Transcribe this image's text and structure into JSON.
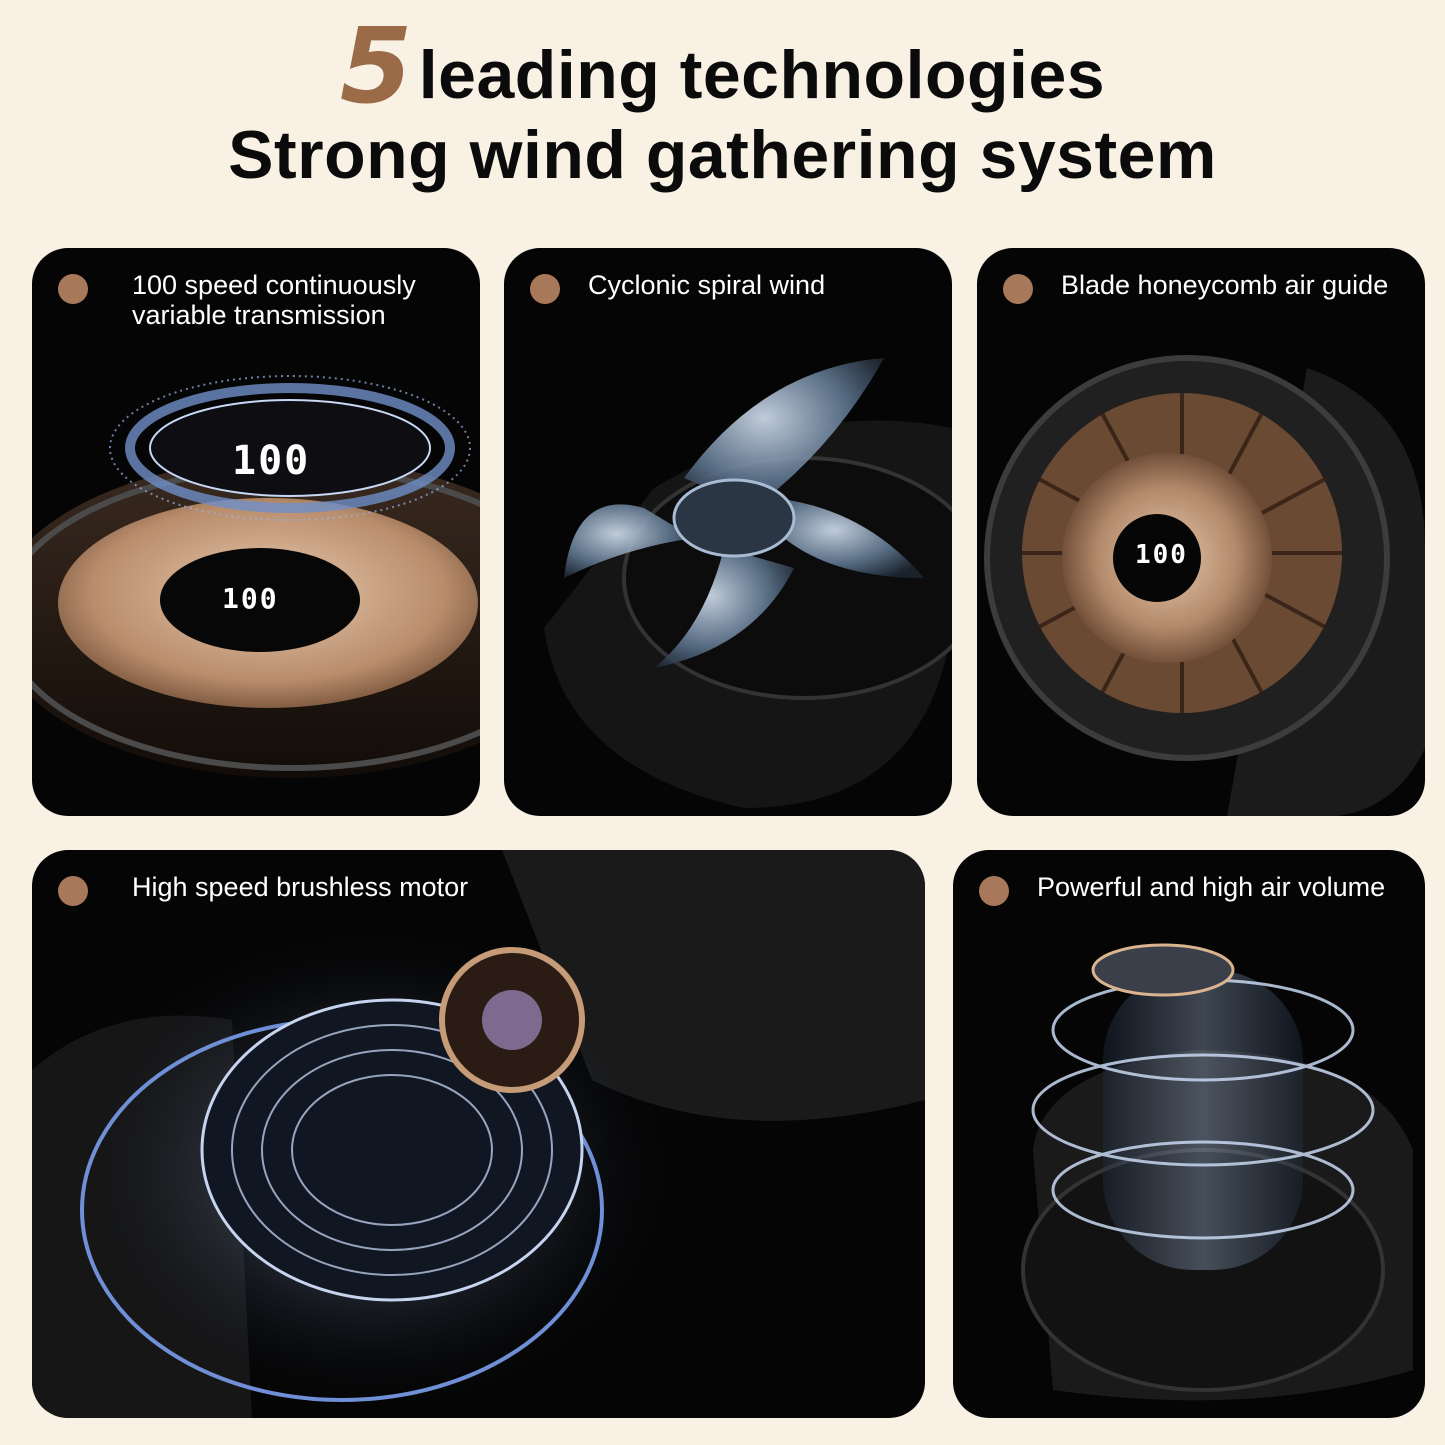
{
  "headline": {
    "number": "5",
    "line1": "leading technologies",
    "line2": "Strong wind gathering system"
  },
  "colors": {
    "background": "#f8f1e4",
    "accent": "#a8785a",
    "card": "#050505"
  },
  "cards": [
    {
      "label": "100 speed continuously\nvariable transmission",
      "readouts": [
        "100",
        "100"
      ]
    },
    {
      "label": "Cyclonic spiral wind"
    },
    {
      "label": "Blade honeycomb air guide",
      "readouts": [
        "100"
      ]
    },
    {
      "label": "High speed brushless motor"
    },
    {
      "label": "Powerful and high air volume"
    }
  ]
}
